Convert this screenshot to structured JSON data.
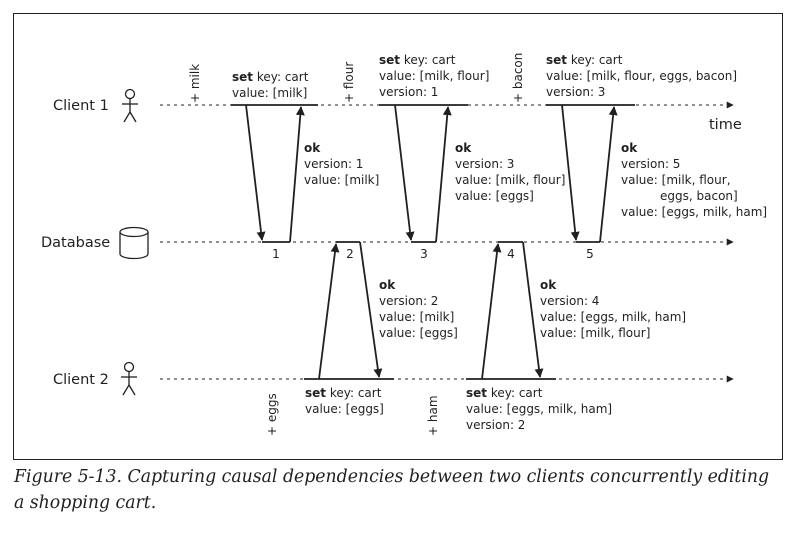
{
  "lanes": {
    "client1": "Client 1",
    "database": "Database",
    "client2": "Client 2",
    "time": "time"
  },
  "edits": {
    "milk": "+ milk",
    "flour": "+ flour",
    "bacon": "+ bacon",
    "eggs": "+ eggs",
    "ham": "+ ham"
  },
  "requests": {
    "r1": {
      "set": "set",
      "key": " key: cart",
      "value": "value: [milk]",
      "version": ""
    },
    "r2": {
      "set": "set",
      "key": " key: cart",
      "value": "value: [milk, flour]",
      "version": "version: 1"
    },
    "r3": {
      "set": "set",
      "key": " key: cart",
      "value": "value: [milk, flour, eggs, bacon]",
      "version": "version: 3"
    },
    "r4": {
      "set": "set",
      "key": " key: cart",
      "value": "value: [eggs]",
      "version": ""
    },
    "r5": {
      "set": "set",
      "key": " key: cart",
      "value": "value: [eggs, milk, ham]",
      "version": "version: 2"
    }
  },
  "responses": {
    "a1": {
      "ok": "ok",
      "lines": [
        "version: 1",
        "value: [milk]"
      ]
    },
    "a2": {
      "ok": "ok",
      "lines": [
        "version: 3",
        "value: [milk, flour]",
        "value: [eggs]"
      ]
    },
    "a3": {
      "ok": "ok",
      "lines": [
        "version: 5",
        "value: [milk, flour,",
        "eggs, bacon]",
        "value: [eggs, milk, ham]"
      ]
    },
    "a4": {
      "ok": "ok",
      "lines": [
        "version: 2",
        "value: [milk]",
        "value: [eggs]"
      ]
    },
    "a5": {
      "ok": "ok",
      "lines": [
        "version: 4",
        "value: [eggs, milk, ham]",
        "value: [milk, flour]"
      ]
    }
  },
  "db_versions": [
    "1",
    "2",
    "3",
    "4",
    "5"
  ],
  "caption": "Figure 5-13. Capturing causal dependencies between two clients concurrently editing a shopping cart.",
  "colors": {
    "ink": "#231f20"
  }
}
